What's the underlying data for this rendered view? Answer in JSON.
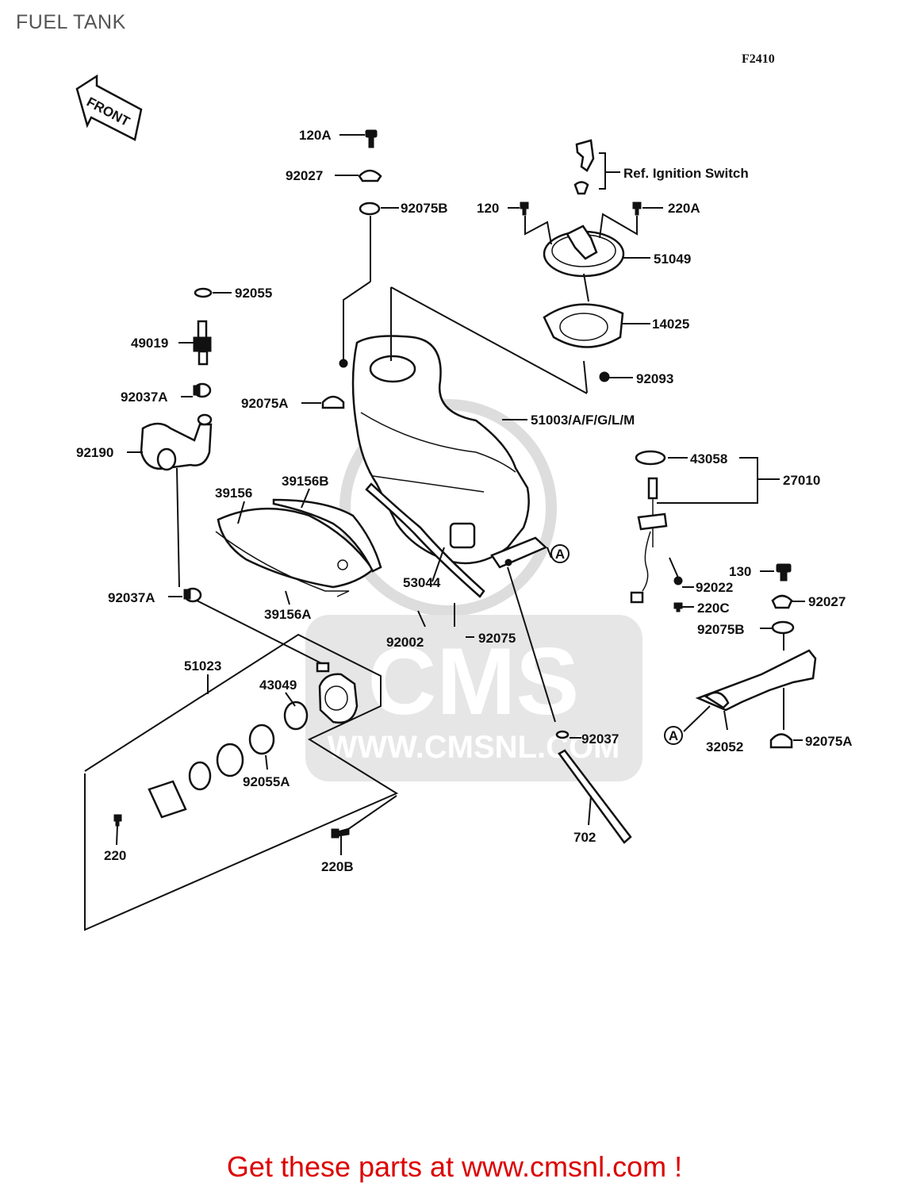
{
  "page": {
    "title": "FUEL TANK",
    "figure_code": "F2410"
  },
  "front_arrow": {
    "text": "FRONT"
  },
  "watermark": {
    "brand": "CMS",
    "url": "WWW.CMSNL.COM"
  },
  "callouts": {
    "c120A": "120A",
    "c92027_top": "92027",
    "c92075B_top": "92075B",
    "ref_ignition": "Ref. Ignition Switch",
    "c120": "120",
    "c220A": "220A",
    "c51049": "51049",
    "c92055": "92055",
    "c14025": "14025",
    "c49019": "49019",
    "c92093": "92093",
    "c92037A_top": "92037A",
    "c92075A_top": "92075A",
    "c51003": "51003/A/F/G/L/M",
    "c92190": "92190",
    "c43058": "43058",
    "c27010": "27010",
    "c39156": "39156",
    "c39156B": "39156B",
    "c53044": "53044",
    "c130": "130",
    "c92022": "92022",
    "c92037A_mid": "92037A",
    "c92027_right": "92027",
    "c220C": "220C",
    "c39156A": "39156A",
    "c92002": "92002",
    "c92075": "92075",
    "c92075B_right": "92075B",
    "c51023": "51023",
    "c43049": "43049",
    "c92037": "92037",
    "c32052": "32052",
    "c92075A_right": "92075A",
    "c92055A": "92055A",
    "c220": "220",
    "c220B": "220B",
    "c702": "702",
    "ref_A": "A"
  },
  "footer": {
    "link_text": "Get these parts at www.cmsnl.com !",
    "color": "#dd0000"
  }
}
